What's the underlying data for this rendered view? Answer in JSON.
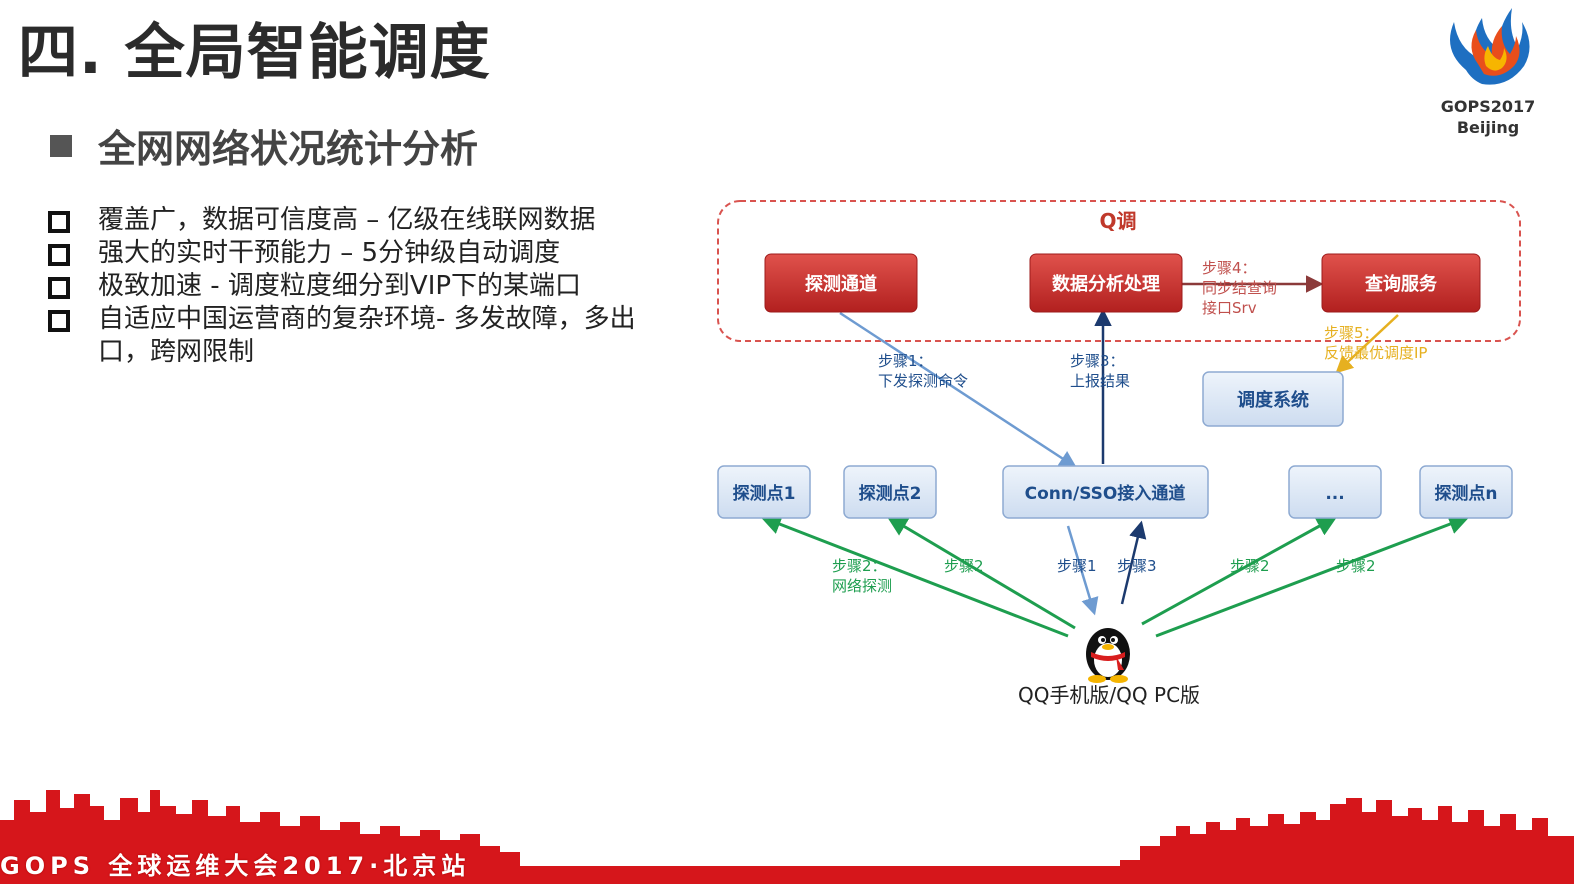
{
  "slide": {
    "title": "四. 全局智能调度",
    "subtitle": "全网网络状况统计分析",
    "bullets": [
      "覆盖广，数据可信度高 – 亿级在线联网数据",
      "强大的实时干预能力 – 5分钟级自动调度",
      "极致加速 - 调度粒度细分到VIP下的某端口",
      "自适应中国运营商的复杂环境- 多发故障，多出口，跨网限制"
    ]
  },
  "logo": {
    "line1": "GOPS2017",
    "line2": "Beijing"
  },
  "diagram": {
    "group_label": "Q调",
    "nodes": {
      "probe_channel": "探测通道",
      "data_analysis": "数据分析处理",
      "query_service": "查询服务",
      "scheduler": "调度系统",
      "probe1": "探测点1",
      "probe2": "探测点2",
      "conn": "Conn/SSO接入通道",
      "ellipsis": "...",
      "proben": "探测点n",
      "client": "QQ手机版/QQ PC版"
    },
    "edge_labels": {
      "step1_a": "步骤1：",
      "step1_b": "下发探测命令",
      "step3_a": "步骤3：",
      "step3_b": "上报结果",
      "step4_a": "步骤4：",
      "step4_b": "同步结查询",
      "step4_c": "接口Srv",
      "step5_a": "步骤5：",
      "step5_b": "反馈最优调度IP",
      "step2_a": "步骤2：",
      "step2_b": "网络探测",
      "step2_1": "步骤2",
      "step2_2": "步骤2",
      "step2_3": "步骤2",
      "s1": "步骤1",
      "s3": "步骤3"
    },
    "colors": {
      "red_box": "#c8302e",
      "blue_box_fill": "#dde8f5",
      "blue_box_text": "#1f4e8c",
      "green_arrow": "#1e9e4f",
      "blue_arrow": "#6e9bd1",
      "dark_arrow": "#1c3a6e",
      "brown_arrow": "#8b3a3a",
      "yellow_arrow": "#e6b020",
      "red_label": "#c0504d"
    }
  },
  "footer": {
    "text": "GOPS 全球运维大会2017·北京站",
    "color": "#d6161b"
  }
}
